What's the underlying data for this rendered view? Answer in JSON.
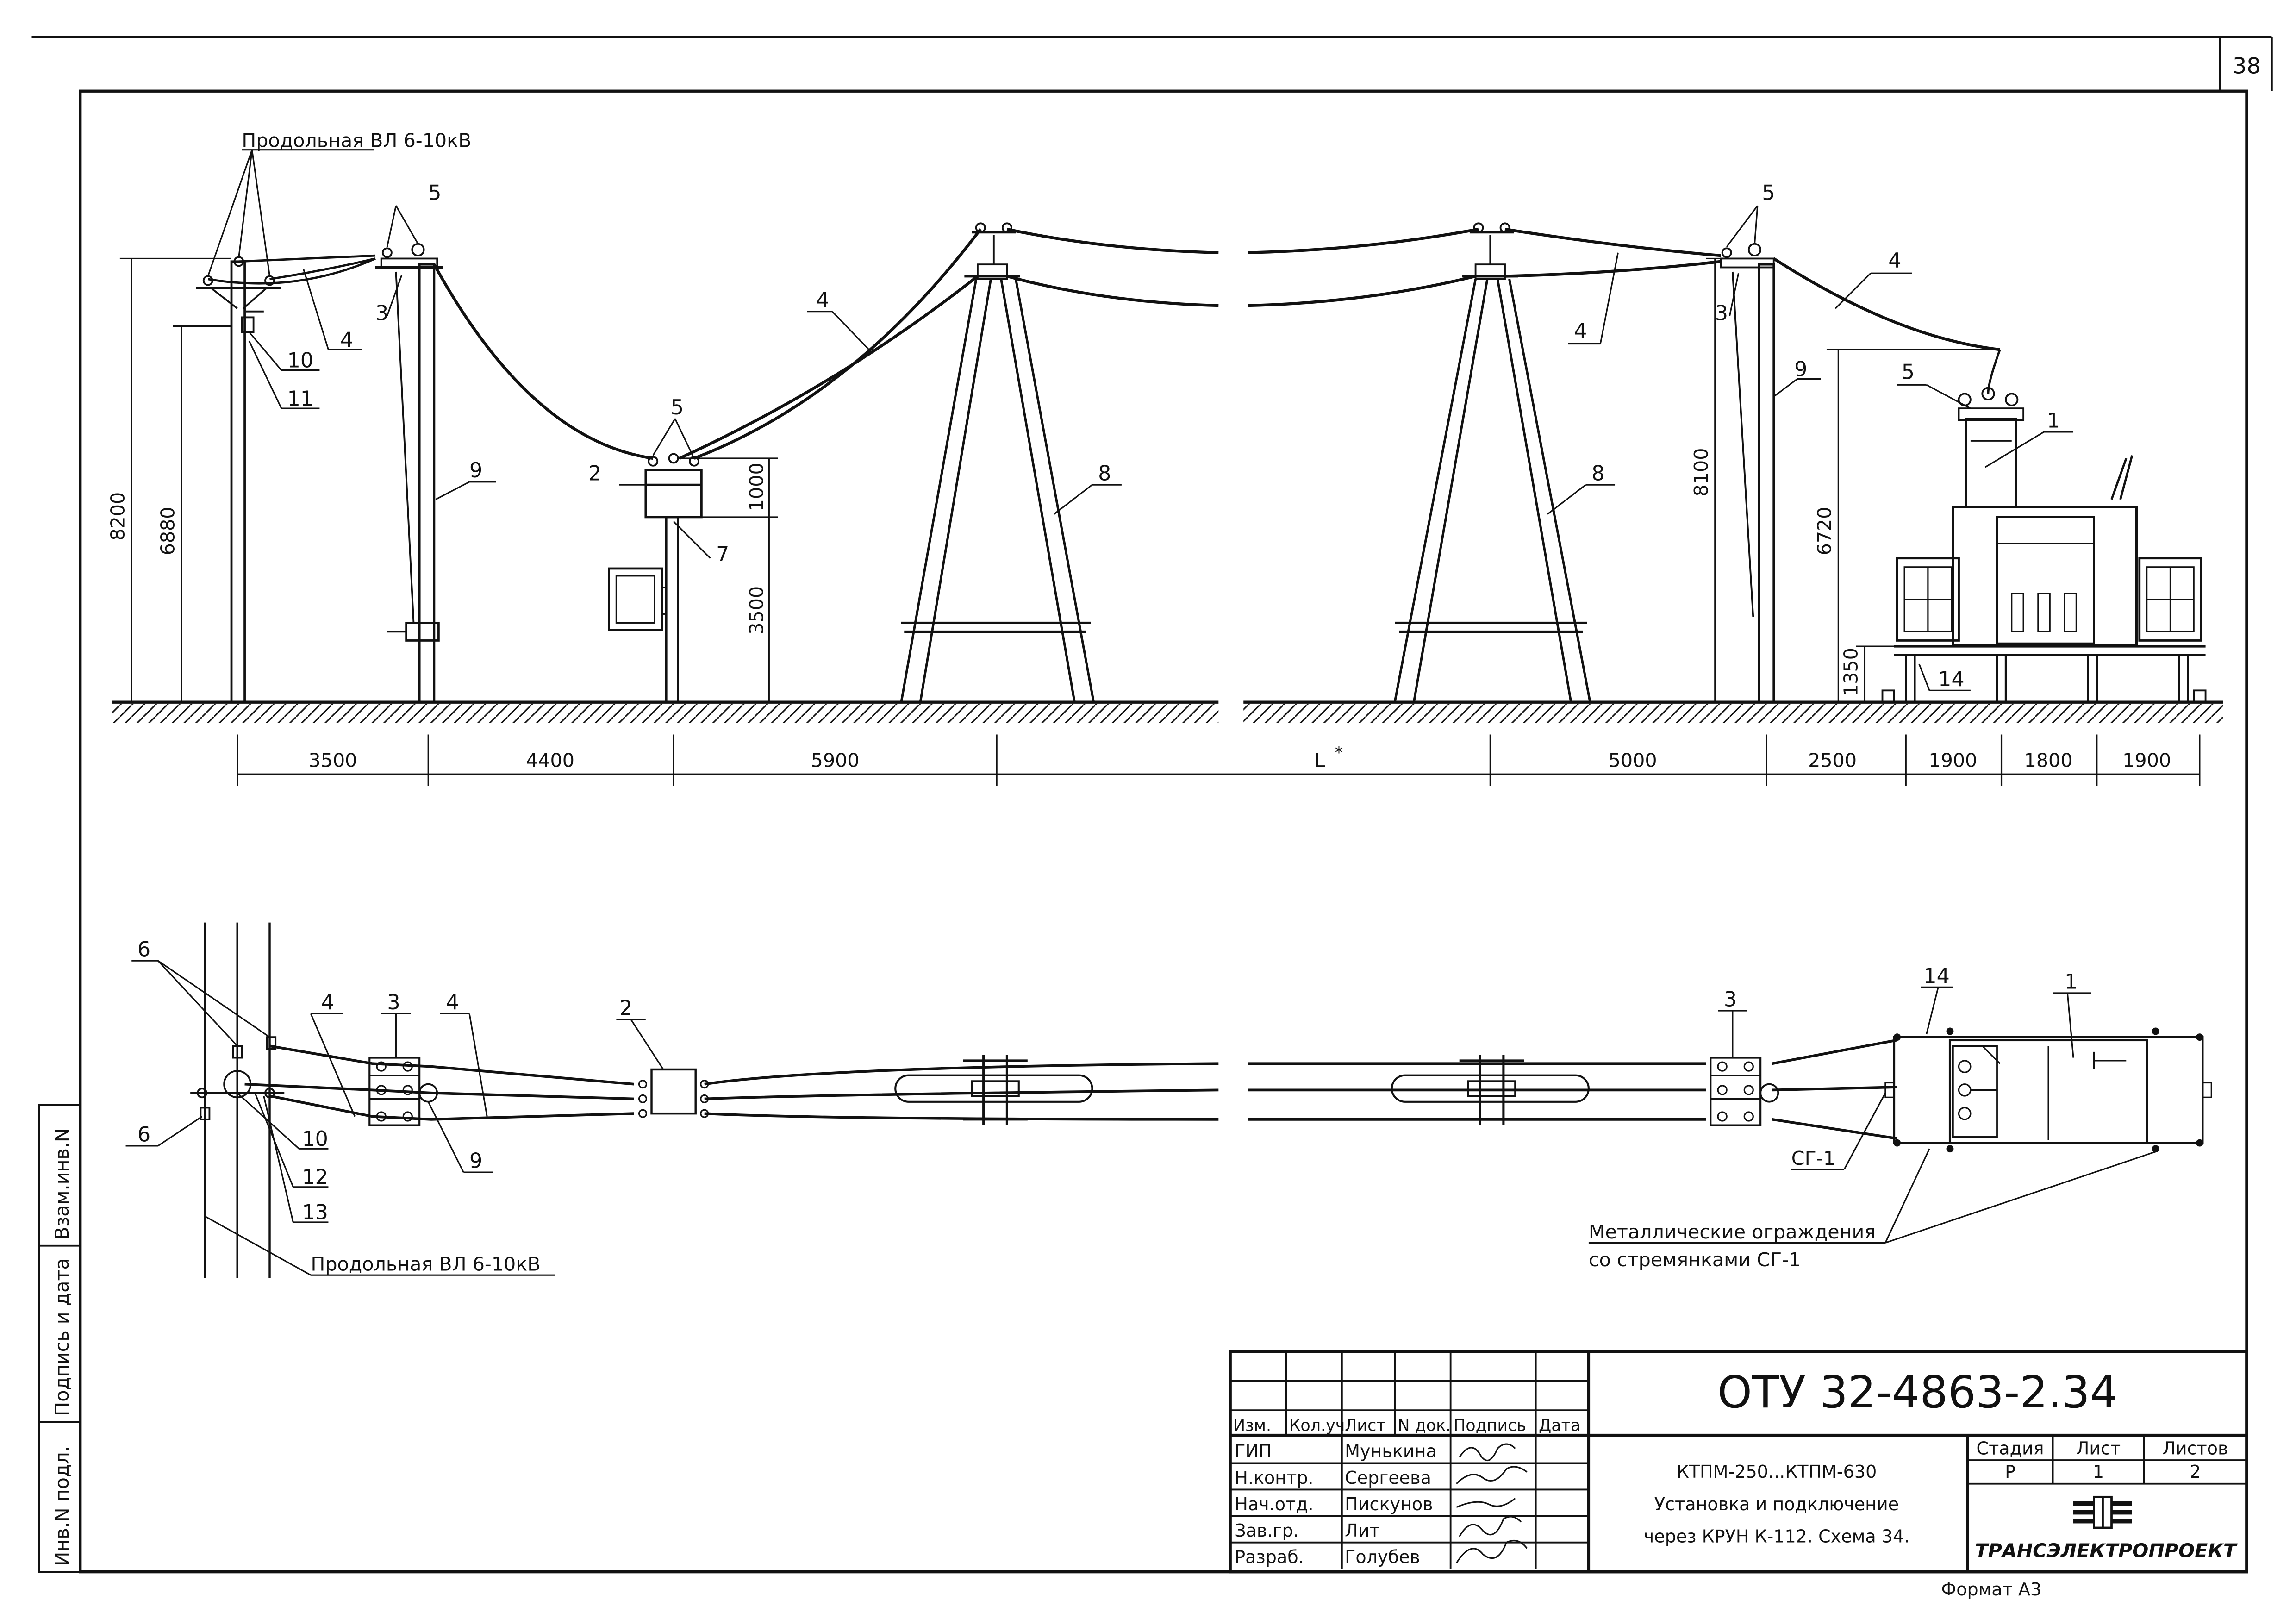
{
  "sheet_number": "38",
  "elevation": {
    "line_label": "Продольная ВЛ 6-10кВ",
    "callouts": {
      "c1": "1",
      "c2": "2",
      "c3a": "3",
      "c3b": "3",
      "c4a": "4",
      "c4b": "4",
      "c4c": "4",
      "c4d": "4",
      "c5a": "5",
      "c5b": "5",
      "c5c": "5",
      "c5d": "5",
      "c7": "7",
      "c8a": "8",
      "c8b": "8",
      "c9a": "9",
      "c9b": "9",
      "c10": "10",
      "c11": "11",
      "c14": "14"
    },
    "heights": {
      "h8200": "8200",
      "h6880": "6880",
      "h1000": "1000",
      "h3500": "3500",
      "h8100": "8100",
      "h6720": "6720",
      "h1350": "1350"
    },
    "spans": {
      "s1": "3500",
      "s2": "4400",
      "s3": "5900",
      "s4": "L",
      "s4_mark": "*",
      "s5": "5000",
      "s6": "2500",
      "s7": "1900",
      "s8": "1800",
      "s9": "1900"
    }
  },
  "plan": {
    "line_label": "Продольная ВЛ 6-10кВ",
    "callouts": {
      "c1": "1",
      "c2": "2",
      "c3a": "3",
      "c3b": "3",
      "c4a": "4",
      "c4b": "4",
      "c6a": "6",
      "c6b": "6",
      "c9": "9",
      "c10": "10",
      "c12": "12",
      "c13": "13",
      "c14": "14",
      "sg1": "СГ-1"
    },
    "fence_note_1": "Металлические ограждения",
    "fence_note_2": "со стремянками СГ-1"
  },
  "side_stamp": {
    "text1": "Инв.N подл.",
    "text2": "Подпись и дата",
    "text3": "Взам.инв.N"
  },
  "title_block": {
    "doc_code": "ОТУ 32-4863-2.34",
    "headers": [
      "Изм.",
      "Кол.уч.",
      "Лист",
      "N док.",
      "Подпись",
      "Дата"
    ],
    "roles": [
      {
        "role": "ГИП",
        "name": "Мунькина"
      },
      {
        "role": "Н.контр.",
        "name": "Сергеева"
      },
      {
        "role": "Нач.отд.",
        "name": "Пискунов"
      },
      {
        "role": "Зав.гр.",
        "name": "Лит"
      },
      {
        "role": "Разраб.",
        "name": "Голубев"
      }
    ],
    "desc_1": "КТПМ-250...КТПМ-630",
    "desc_2": "Установка и подключение",
    "desc_3": "через КРУН К-112. Схема 34.",
    "stage_label": "Стадия",
    "sheet_label": "Лист",
    "sheets_label": "Листов",
    "stage": "Р",
    "sheet": "1",
    "sheets": "2",
    "company": "ТРАНСЭЛЕКТРОПРОЕКТ",
    "format": "Формат А3"
  }
}
